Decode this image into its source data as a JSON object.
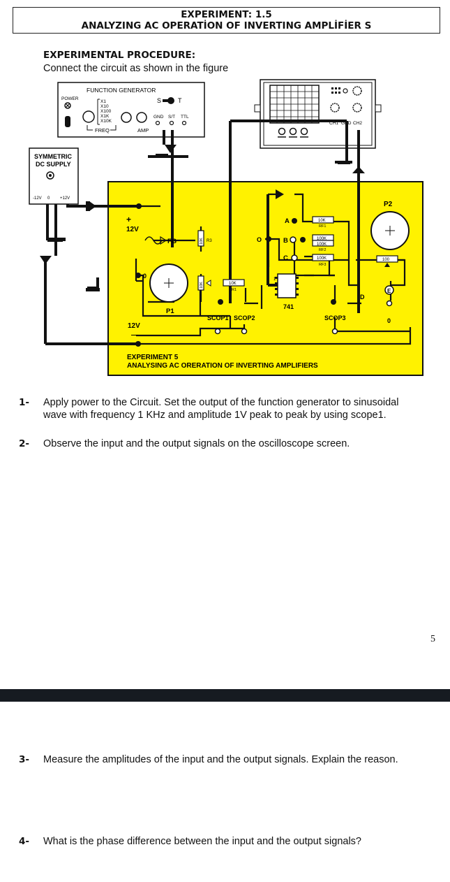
{
  "header": {
    "title_line1": "EXPERIMENT: 1.5",
    "title_line2": "ANALYZING AC OPERATİON OF INVERTING AMPLİFİER S"
  },
  "procedure": {
    "heading": "EXPERIMENTAL PROCEDURE:",
    "intro": "Connect the circuit as shown in the figure"
  },
  "figure": {
    "function_generator": "FUNCTION GENERATOR",
    "power": "POWER",
    "ranges": [
      "X1",
      "X10",
      "X100",
      "X1K",
      "X10K"
    ],
    "freq": "FREQ",
    "amp": "AMP",
    "s": "S",
    "t": "T",
    "gnd": "GND",
    "st": "S/T",
    "ttl": "TTL",
    "ch1": "CH1",
    "gnd2": "GND",
    "ch2": "CH2",
    "supply_line1": "SYMMETRIC",
    "supply_line2": "DC SUPPLY",
    "neg12": "-12V",
    "zero": "0",
    "pos12": "+12V",
    "p2": "P2",
    "plus": "+",
    "v12_top": "12V",
    "fg": "FG",
    "r3": "R3",
    "r3_val": "10K",
    "o_label": "O",
    "a": "A",
    "b": "B",
    "c": "C",
    "rf1_val": "10K",
    "rf1": "RF1",
    "rf2_val1": "100K",
    "rf2_val2": "100K",
    "rf2": "RF2",
    "rf3_val": "100K",
    "rf3": "RF3",
    "r100": "100",
    "p1_val": "10K",
    "r1_val": "10K",
    "r1": "R1",
    "pin1": "1",
    "ic": "741",
    "p1": "P1",
    "d": "D",
    "e": "E",
    "zero_b": "0",
    "v12_bottom": "12V",
    "minus": "—",
    "scop1": "SCOP1",
    "scop2": "SCOP2",
    "scop3": "SCOP3",
    "caption_line1": "EXPERIMENT 5",
    "caption_line2": "ANALYSING AC ORERATION OF INVERTING AMPLIFIERS",
    "colors": {
      "board": "#fff200",
      "wire": "#111111",
      "background": "#ffffff"
    }
  },
  "steps": [
    {
      "num": "1-",
      "text_line1": "Apply power to the Circuit. Set the output of the function generator to sinusoidal",
      "text_line2": "wave with frequency 1 KHz and amplitude 1V peak to peak by using scope1."
    },
    {
      "num": "2-",
      "text": "Observe the input and the output signals on the oscilloscope screen."
    },
    {
      "num": "3-",
      "text": "Measure the amplitudes of the input and the output signals. Explain the reason."
    },
    {
      "num": "4-",
      "text": "What is the phase difference between the input and the output signals?"
    }
  ],
  "page_number": "5"
}
